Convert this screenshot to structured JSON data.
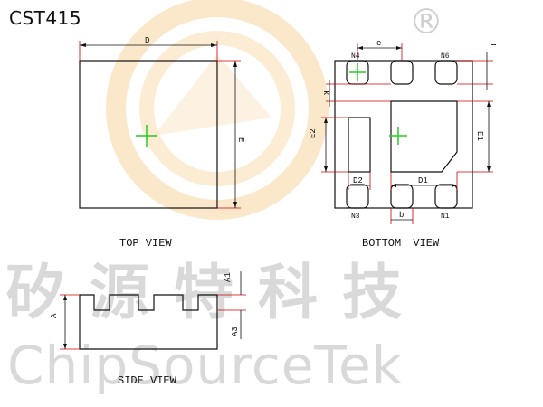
{
  "title": "CST415",
  "views": {
    "top": "TOP VIEW",
    "bottom": "BOTTOM VIEW",
    "side": "SIDE VIEW"
  },
  "dimensions": {
    "top": {
      "width": "D",
      "height": "E"
    },
    "bottom": {
      "pitch": "e",
      "lead_extension": "L",
      "keep_out": "k",
      "pad_width": "E2",
      "pad_height": "D2",
      "exposed_pad_width": "D1",
      "exposed_pad_height": "E1",
      "lead_width": "b"
    },
    "side": {
      "total_height": "A",
      "standoff": "A1",
      "terminal_thickness": "A3"
    }
  },
  "pins": {
    "n4": "N4",
    "n6": "N6",
    "n3": "N3",
    "n1": "N1"
  },
  "watermark": {
    "chinese": "矽源特科技",
    "english": "ChipSourceTek",
    "registered": "®"
  },
  "colors": {
    "outline": "#111111",
    "dimension": "#cc0000",
    "center_mark": "#22cc22",
    "logo_orange": "#f5c88a",
    "watermark": "#d9d9d9"
  }
}
